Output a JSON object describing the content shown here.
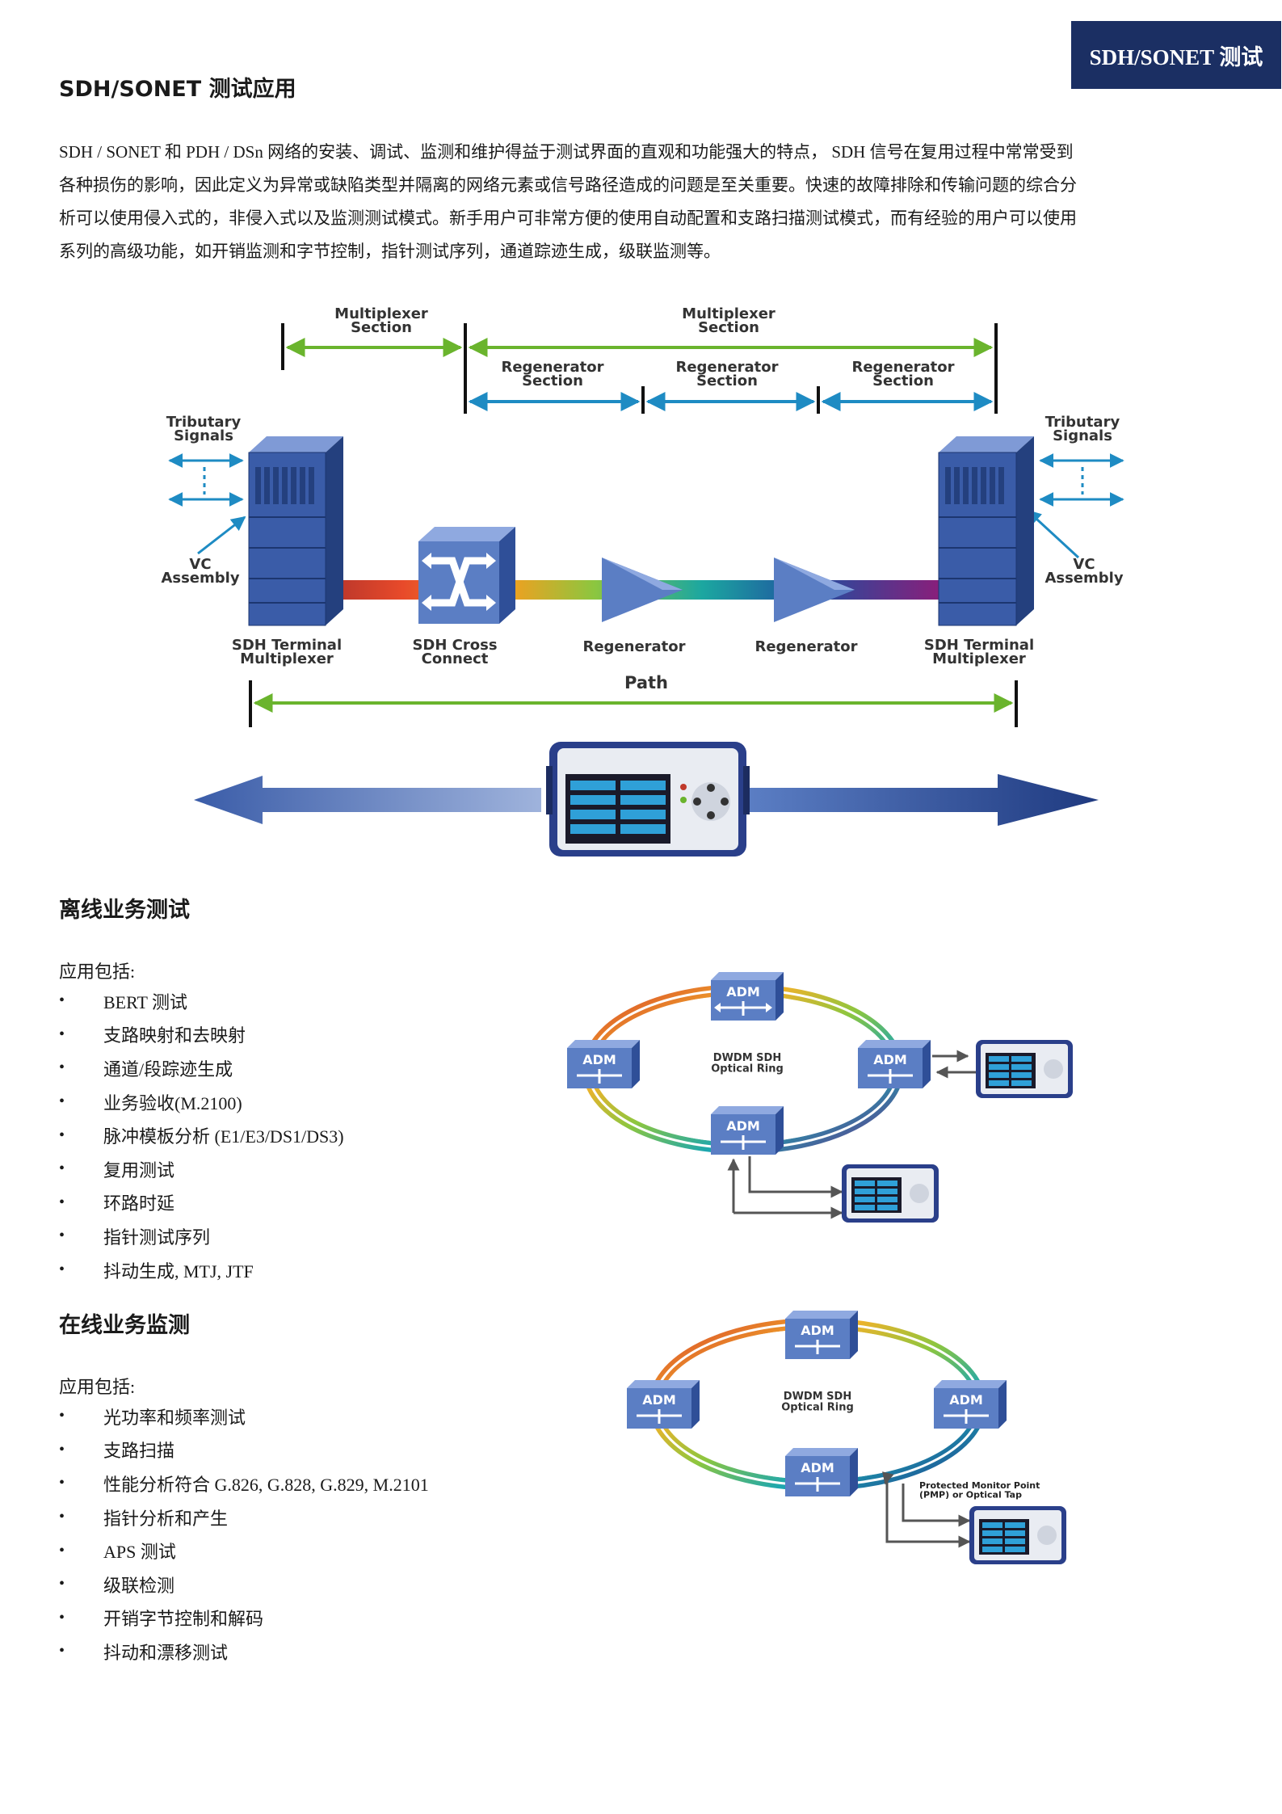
{
  "header_tab": "SDH/SONET 测试",
  "title": "SDH/SONET  测试应用",
  "intro_lines": [
    "SDH / SONET 和 PDH / DSn 网络的安装、调试、监测和维护得益于测试界面的直观和功能强大的特点，  SDH 信号在复用过程中常常受到",
    "各种损伤的影响，因此定义为异常或缺陷类型并隔离的网络元素或信号路径造成的问题是至关重要。快速的故障排除和传输问题的综合分",
    "析可以使用侵入式的，非侵入式以及监测测试模式。新手用户可非常方便的使用自动配置和支路扫描测试模式，而有经验的用户可以使用",
    "系列的高级功能，如开销监测和字节控制，指针测试序列，通道踪迹生成，级联监测等。"
  ],
  "network_diagram": {
    "multiplexer_section": "Multiplexer\nSection",
    "regenerator_section": "Regenerator\nSection",
    "tributary_signals": "Tributary\nSignals",
    "vc_assembly": "VC\nAssembly",
    "sdh_terminal_mux": "SDH Terminal\nMultiplexer",
    "sdh_cross_connect": "SDH Cross\nConnect",
    "regenerator": "Regenerator",
    "path": "Path"
  },
  "colors": {
    "navy": "#1b2f63",
    "green_arrow": "#6ab42d",
    "blue_arrow": "#1e8bc3",
    "equipment": "#3a5ca8",
    "equipment_dark": "#24407e",
    "regenerator": "#5b7ec4"
  },
  "offline": {
    "heading": "离线业务测试",
    "lead": "应用包括:",
    "items": [
      "BERT 测试",
      "支路映射和去映射",
      "通道/段踪迹生成",
      "业务验收(M.2100)",
      "脉冲模板分析  (E1/E3/DS1/DS3)",
      "复用测试",
      "环路时延",
      "指针测试序列",
      "抖动生成, MTJ, JTF"
    ]
  },
  "online": {
    "heading": "在线业务监测",
    "lead": "应用包括:",
    "items": [
      "光功率和频率测试",
      "支路扫描",
      "性能分析符合 G.826, G.828, G.829, M.2101",
      "指针分析和产生",
      "APS 测试",
      "级联检测",
      "开销字节控制和解码",
      "抖动和漂移测试"
    ]
  },
  "ring1": {
    "adm": "ADM",
    "ring_label": "DWDM SDH\nOptical Ring"
  },
  "ring2": {
    "adm": "ADM",
    "ring_label": "DWDM SDH\nOptical Ring",
    "pmp": "Protected Monitor Point\n(PMP) or Optical Tap"
  }
}
